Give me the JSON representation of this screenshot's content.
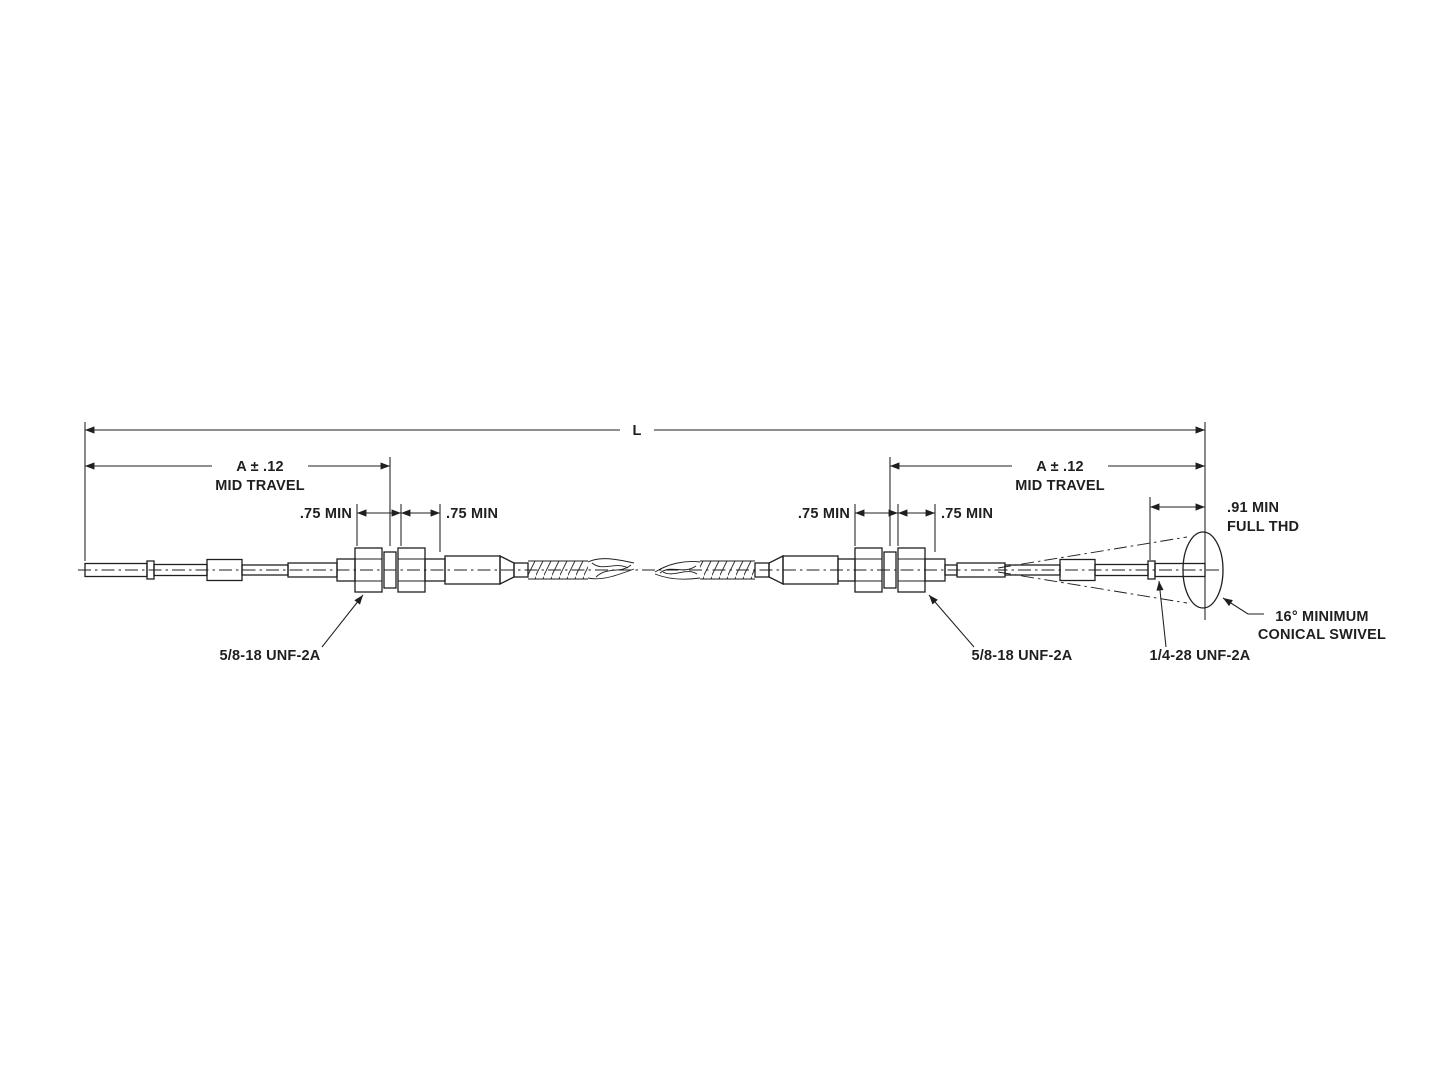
{
  "drawing": {
    "background": "#ffffff",
    "line_color": "#1f1f1f",
    "dims": {
      "overall": "L",
      "mid_travel_left_value": "A ± .12",
      "mid_travel_left_label": "MID TRAVEL",
      "mid_travel_right_value": "A ± .12",
      "mid_travel_right_label": "MID TRAVEL",
      "min_75_left_outer": ".75 MIN",
      "min_75_left_inner": ".75 MIN",
      "min_75_right_inner": ".75 MIN",
      "min_75_right_outer": ".75 MIN",
      "full_thread_value": ".91 MIN",
      "full_thread_label": "FULL THD"
    },
    "callouts": {
      "bulkhead_thread_left": "5/8-18 UNF-2A",
      "bulkhead_thread_right": "5/8-18 UNF-2A",
      "rod_end_thread": "1/4-28 UNF-2A",
      "swivel_line1": "16° MINIMUM",
      "swivel_line2": "CONICAL SWIVEL"
    }
  }
}
